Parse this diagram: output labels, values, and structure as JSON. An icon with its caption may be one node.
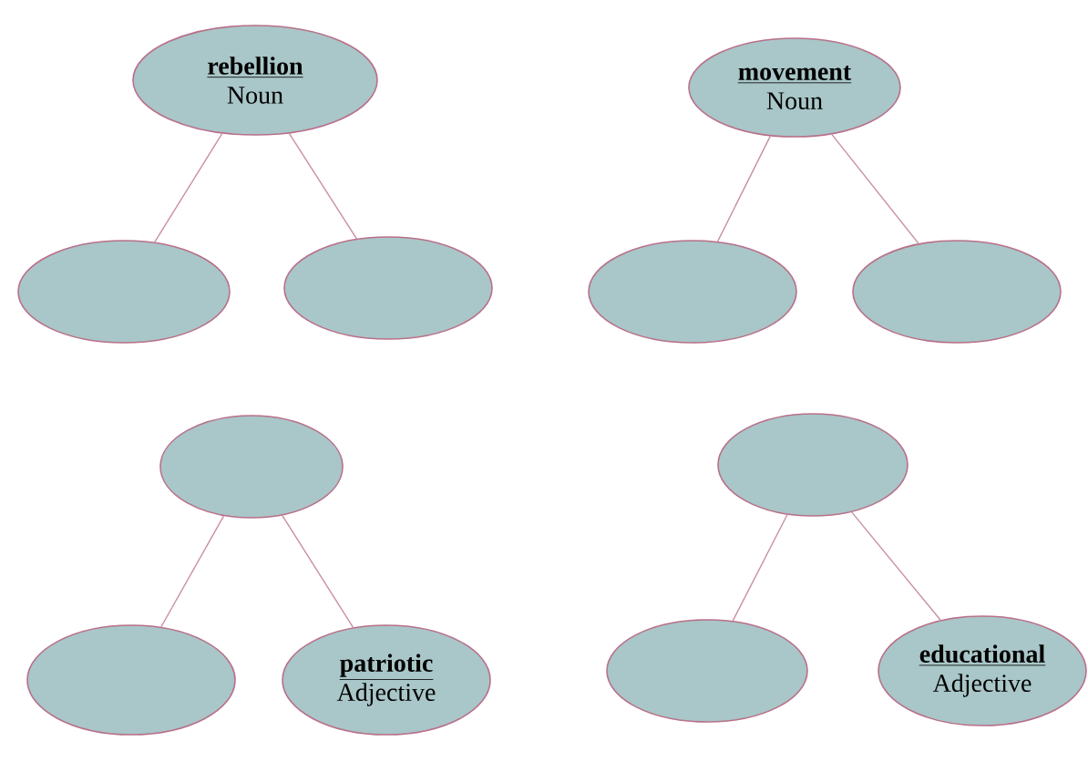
{
  "diagram": {
    "nodes": [
      {
        "text": [
          "rebellion",
          "Noun"
        ]
      },
      {
        "text": [
          "movement",
          "Noun"
        ]
      },
      {
        "text": [],
        "shape": "ellipse"
      },
      {
        "text": [],
        "shape": "ellipse"
      },
      {
        "text": [],
        "shape": "ellipse"
      },
      {
        "text": [],
        "shape": "ellipse"
      },
      {
        "text": [],
        "shape": "ellipse"
      },
      {
        "text": [],
        "shape": "ellipse"
      },
      {
        "text": [],
        "shape": "ellipse"
      },
      {
        "text": [
          "patriotic",
          "Adjective"
        ]
      },
      {
        "text": [],
        "shape": "ellipse"
      },
      {
        "text": [
          "educational",
          "Adjective"
        ]
      }
    ],
    "edges": [
      {
        "from": 0,
        "to": 2,
        "arrow": "none"
      },
      {
        "from": 0,
        "to": 3,
        "arrow": "none"
      },
      {
        "from": 1,
        "to": 4,
        "arrow": "none"
      },
      {
        "from": 1,
        "to": 5,
        "arrow": "none"
      },
      {
        "from": 6,
        "to": 8,
        "arrow": "none"
      },
      {
        "from": 6,
        "to": 9,
        "arrow": "none"
      },
      {
        "from": 7,
        "to": 10,
        "arrow": "none"
      },
      {
        "from": 7,
        "to": 11,
        "arrow": "none"
      }
    ]
  }
}
